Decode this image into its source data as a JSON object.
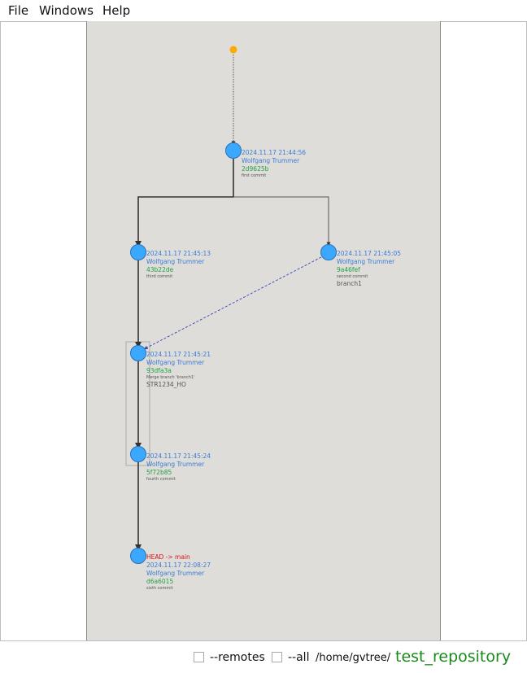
{
  "menu": {
    "file": "File",
    "windows": "Windows",
    "help": "Help"
  },
  "colors": {
    "node_fill": "#3aa8ff",
    "node_stroke": "#2a6fb5",
    "root_dot": "#ffaa00",
    "canvas_bg": "#dfddd9",
    "merge_edge": "#3344bb",
    "date_text": "#3a7bd5",
    "hash_text": "#22a044",
    "head_text": "#dd1111",
    "repo_text": "#1a8a1a"
  },
  "commits": [
    {
      "id": "c1",
      "date": "2024.11.17 21:44:56",
      "author": "Wolfgang Trummer",
      "hash": "2d9625b",
      "message": "first commit",
      "ref": "",
      "head": ""
    },
    {
      "id": "c2",
      "date": "2024.11.17 21:45:13",
      "author": "Wolfgang Trummer",
      "hash": "43b22de",
      "message": "third commit",
      "ref": "",
      "head": ""
    },
    {
      "id": "c3",
      "date": "2024.11.17 21:45:05",
      "author": "Wolfgang Trummer",
      "hash": "9a46fef",
      "message": "second commit",
      "ref": "branch1",
      "head": ""
    },
    {
      "id": "c4",
      "date": "2024.11.17 21:45:21",
      "author": "Wolfgang Trummer",
      "hash": "93dfa3a",
      "message": "Merge branch 'branch1'",
      "ref": "STR1234_HO",
      "head": ""
    },
    {
      "id": "c5",
      "date": "2024.11.17 21:45:24",
      "author": "Wolfgang Trummer",
      "hash": "5f72b85",
      "message": "fourth commit",
      "ref": "",
      "head": ""
    },
    {
      "id": "c6",
      "date": "2024.11.17 22:08:27",
      "author": "Wolfgang Trummer",
      "hash": "d6a6015",
      "message": "sixth commit",
      "ref": "",
      "head": "HEAD -> main"
    }
  ],
  "footer": {
    "remotes_label": "--remotes",
    "all_label": "--all",
    "path": "/home/gvtree/",
    "repo_name": "test_repository"
  }
}
